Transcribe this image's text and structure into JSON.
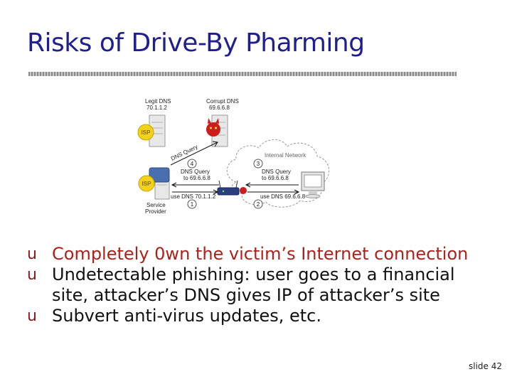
{
  "slide": {
    "title": "Risks of Drive-By Pharming",
    "footer": "slide 42"
  },
  "diagram": {
    "legit_dns_name": "Legit DNS",
    "legit_dns_ip": "70.1.1.2",
    "corrupt_dns_name": "Corrupt DNS",
    "corrupt_dns_ip": "69.6.6.8",
    "internal_network": "Internal Network",
    "service_provider_line1": "Service",
    "service_provider_line2": "Provider",
    "isp_label": "ISP",
    "dns_query_diag": "DNS Query",
    "query_4_line1": "DNS Query",
    "query_4_line2": "to 69.6.6.8",
    "query_3_line1": "DNS Query",
    "query_3_line2": "to 69.6.6.8",
    "use_legit": "use DNS 70.1.1.2",
    "use_corrupt": "use DNS 69.6.6.8",
    "step1": "1",
    "step2": "2",
    "step3": "3",
    "step4": "4"
  },
  "bullets": {
    "marker": "u",
    "items": [
      "Completely 0wn the victim’s Internet connection",
      "Undetectable phishing: user goes to a financial site, attacker’s DNS gives IP of attacker’s site",
      "Subvert anti-virus updates, etc."
    ]
  }
}
